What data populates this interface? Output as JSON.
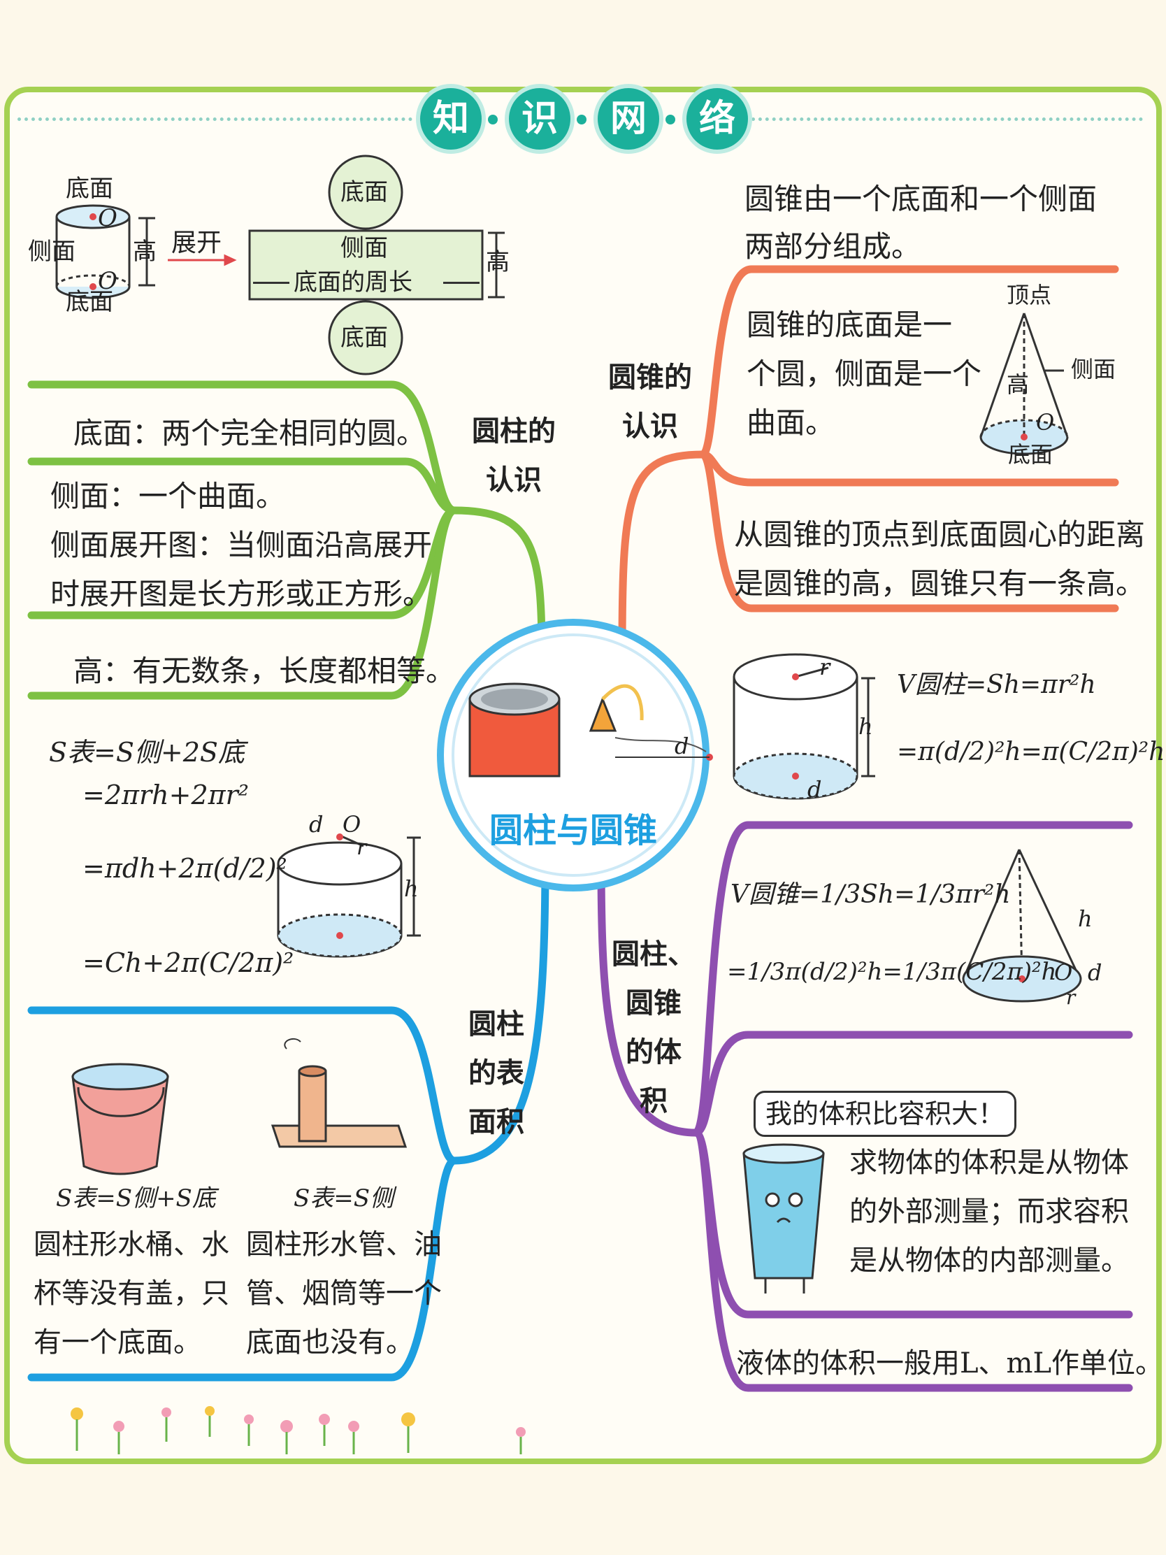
{
  "title": {
    "chars": [
      "知",
      "识",
      "网",
      "络"
    ]
  },
  "center": {
    "title": "圆柱与圆锥"
  },
  "cyl_recog": {
    "label": [
      "圆柱的",
      "认识"
    ],
    "diagram": {
      "top_label": "底面",
      "side_label": "侧面",
      "bottom_label": "底面",
      "center_o": "O",
      "center_o2": "O",
      "height_label": "高",
      "unfold_label": "展开",
      "net_top": "底面",
      "net_side": "侧面",
      "net_perimeter": "底面的周长",
      "net_height": "高",
      "net_bottom": "底面"
    },
    "line1": "底面：两个完全相同的圆。",
    "line2": "侧面：一个曲面。",
    "line3": "侧面展开图：当侧面沿高展开",
    "line4": "时展开图是长方形或正方形。",
    "line5": "高：有无数条，长度都相等。"
  },
  "cone_recog": {
    "label": [
      "圆锥的",
      "认识"
    ],
    "line1": "圆锥由一个底面和一个侧面",
    "line2": "两部分组成。",
    "line3": "圆锥的底面是一",
    "line4": "个圆，侧面是一个",
    "line5": "曲面。",
    "diagram": {
      "apex": "顶点",
      "side": "侧面",
      "height": "高",
      "o": "O",
      "base": "底面"
    },
    "line6": "从圆锥的顶点到底面圆心的距离",
    "line7": "是圆锥的高，圆锥只有一条高。"
  },
  "surface": {
    "label": [
      "圆柱",
      "的表",
      "面积"
    ],
    "f1": "S表=S侧+2S底",
    "f2": "=2πrh+2πr²",
    "f3": "=πdh+2π(d/2)²",
    "f4": "=Ch+2π(C/2π)²",
    "diagram": {
      "d": "d",
      "o": "O",
      "r": "r",
      "h": "h"
    },
    "bucket_formula": "S表=S侧+S底",
    "pipe_formula": "S表=S侧",
    "bucket_text": [
      "圆柱形水桶、水",
      "杯等没有盖，只",
      "有一个底面。"
    ],
    "pipe_text": [
      "圆柱形水管、油",
      "管、烟筒等一个",
      "底面也没有。"
    ]
  },
  "volume": {
    "label": [
      "圆柱、",
      "圆锥",
      "的体",
      "积"
    ],
    "cyl_f1": "V圆柱=Sh=πr²h",
    "cyl_f2": "=π(d/2)²h=π(C/2π)²h",
    "cyl_diagram": {
      "r": "r",
      "h": "h",
      "d": "d"
    },
    "cone_f1": "V圆锥=1/3Sh=1/3πr²h",
    "cone_f2": "=1/3π(d/2)²h=1/3π(C/2π)²h",
    "cone_diagram": {
      "h": "h",
      "o": "O",
      "d": "d",
      "r": "r"
    },
    "bubble": "我的体积比容积大！",
    "text1": "求物体的体积是从物体",
    "text2": "的外部测量；而求容积",
    "text3": "是从物体的内部测量。",
    "text4": "液体的体积一般用L、mL作单位。"
  },
  "colors": {
    "green": "#7dc143",
    "orange": "#f07a55",
    "blue": "#1d9fe0",
    "purple": "#8e4fb0",
    "teal": "#1bb09b",
    "border": "#a5d152"
  }
}
